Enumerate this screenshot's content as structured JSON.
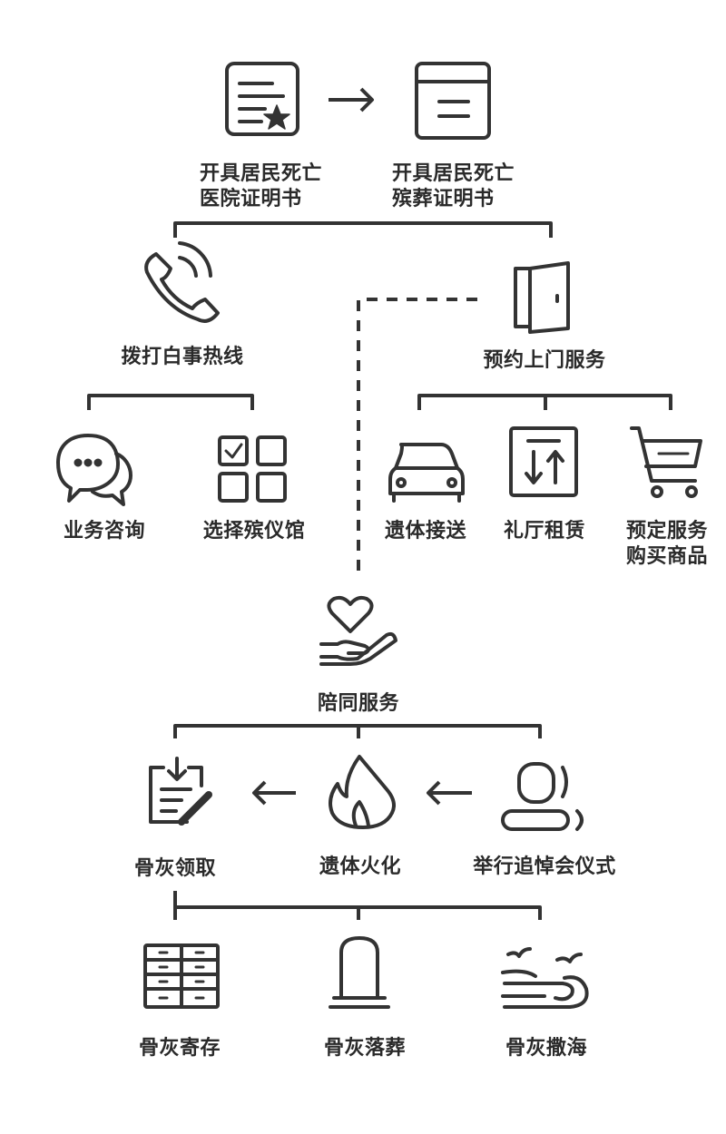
{
  "nodes": {
    "hospital_cert": {
      "line1": "开具居民死亡",
      "line2": "医院证明书",
      "icon": "certificate-icon"
    },
    "funeral_cert": {
      "line1": "开具居民死亡",
      "line2": "殡葬证明书",
      "icon": "document-icon"
    },
    "hotline": {
      "label": "拨打白事热线",
      "icon": "phone-icon"
    },
    "home_service": {
      "label": "预约上门服务",
      "icon": "door-icon"
    },
    "consult": {
      "label": "业务咨询",
      "icon": "chat-icon"
    },
    "choose_home": {
      "label": "选择殡仪馆",
      "icon": "checklist-grid-icon"
    },
    "transport": {
      "label": "遗体接送",
      "icon": "car-icon"
    },
    "hall_rental": {
      "label": "礼厅租赁",
      "icon": "elevator-icon"
    },
    "purchase": {
      "line1": "预定服务",
      "line2": "购买商品",
      "icon": "cart-icon"
    },
    "escort": {
      "label": "陪同服务",
      "icon": "heart-hand-icon"
    },
    "ash_collect": {
      "label": "骨灰领取",
      "icon": "sign-form-icon"
    },
    "cremation": {
      "label": "遗体火化",
      "icon": "flame-icon"
    },
    "memorial": {
      "label": "举行追悼会仪式",
      "icon": "people-icon"
    },
    "ash_storage": {
      "label": "骨灰寄存",
      "icon": "cabinet-icon"
    },
    "ash_burial": {
      "label": "骨灰落葬",
      "icon": "tombstone-icon"
    },
    "ash_sea": {
      "label": "骨灰撒海",
      "icon": "sea-birds-icon"
    }
  },
  "colors": {
    "stroke": "#333333",
    "text": "#2a2a2a",
    "background": "#ffffff"
  }
}
